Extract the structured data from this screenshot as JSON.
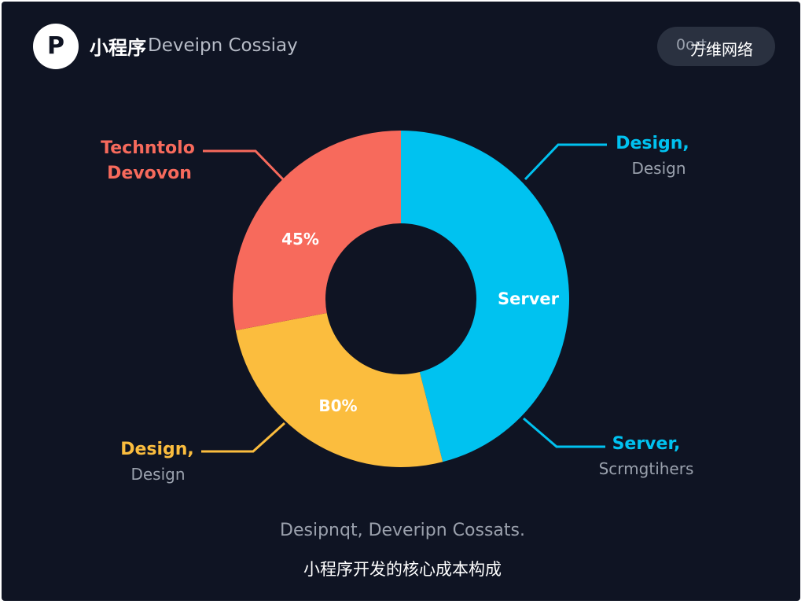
{
  "header": {
    "logo_letter": "P",
    "title_cn": "小程序",
    "title_en": "Deveipn Cossiay",
    "pill_text": "0ort...",
    "watermark": "方维网络"
  },
  "chart_data": {
    "type": "pie",
    "donut": true,
    "slices": [
      {
        "key": "server",
        "value": 46,
        "color": "#00c2f0",
        "slice_label": "Server",
        "callout_top": "Design,",
        "callout_bottom": "Design"
      },
      {
        "key": "server2",
        "value": 0,
        "color": "#00c2f0",
        "slice_label": "",
        "callout_top": "Server,",
        "callout_bottom": "Scrmgtihers"
      },
      {
        "key": "design",
        "value": 26,
        "color": "#fbbd3e",
        "slice_label": "B0%",
        "callout_top": "Design,",
        "callout_bottom": "Design"
      },
      {
        "key": "technology",
        "value": 28,
        "color": "#f76a5c",
        "slice_label": "45%",
        "callout_top": "Techntolo",
        "callout_bottom": "Devovon"
      }
    ]
  },
  "footer": {
    "subtitle_en": "Desipnqt, Deveripn Cossats.",
    "caption_cn": "小程序开发的核心成本构成"
  }
}
